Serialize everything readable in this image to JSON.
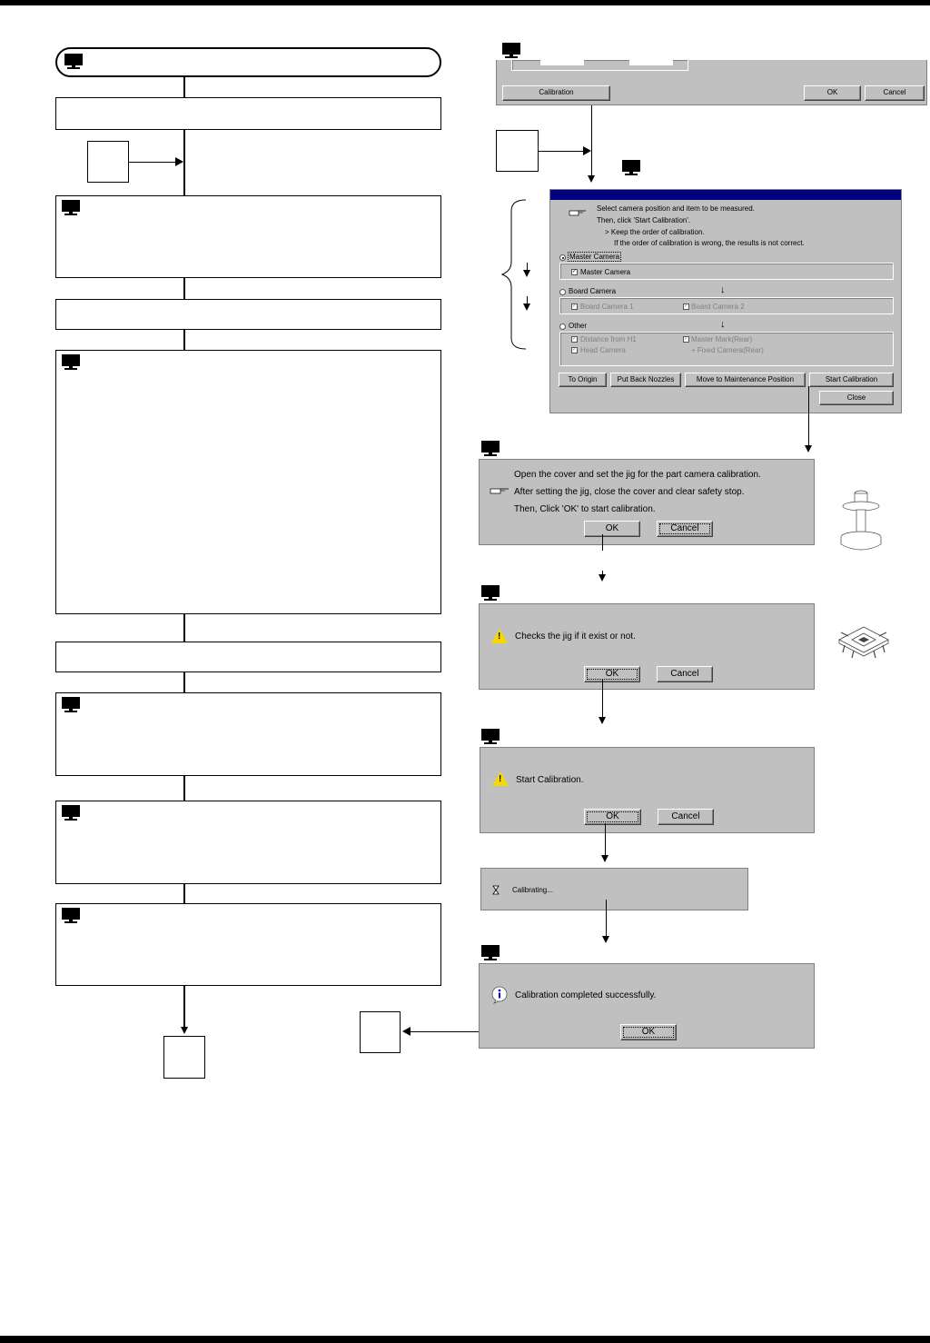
{
  "right_panel": {
    "top_window": {
      "calibration_button": "Calibration",
      "ok_button": "OK",
      "cancel_button": "Cancel"
    },
    "main_dialog": {
      "instruction_line1": "Select camera position and item to be measured.",
      "instruction_line2": "Then, click 'Start Calibration'.",
      "instruction_line3": "> Keep the order of calibration.",
      "instruction_line4": "If the order of calibration is wrong, the results is not correct.",
      "master_camera_radio": "Master Camera",
      "master_camera_check": "Master Camera",
      "board_camera_radio": "Board Camera",
      "board_camera_1": "Board Camera 1",
      "board_camera_2": "Board Camera 2",
      "other_radio": "Other",
      "distance_from_h1": "Distance from H1",
      "master_mark_rear": "Master Mark(Rear)",
      "head_camera": "Head Camera",
      "fixed_camera_rear": "+ Fixed Camera(Rear)",
      "to_origin_button": "To Origin",
      "put_back_nozzles_button": "Put Back Nozzles",
      "move_to_maintenance_button": "Move to Maintenance Position",
      "start_calibration_button": "Start Calibration",
      "close_button": "Close"
    },
    "jig_dialog": {
      "line1": "Open the cover and set the jig for the part camera calibration.",
      "line2": "After setting the jig, close the cover and clear safety stop.",
      "line3": "Then, Click 'OK' to start calibration.",
      "ok_button": "OK",
      "cancel_button": "Cancel"
    },
    "check_dialog": {
      "message": "Checks the jig if it exist or not.",
      "ok_button": "OK",
      "cancel_button": "Cancel"
    },
    "start_dialog": {
      "message": "Start Calibration.",
      "ok_button": "OK",
      "cancel_button": "Cancel"
    },
    "progress_dialog": {
      "message": "Calibrating..."
    },
    "done_dialog": {
      "message": "Calibration completed successfully.",
      "ok_button": "OK"
    }
  },
  "icons": {
    "monitor": "monitor-icon",
    "hand": "pointing-hand-icon",
    "warning": "warning-icon",
    "info": "info-icon",
    "hourglass": "hourglass-icon",
    "jig": "calibration-jig-icon",
    "chip": "chip-jig-icon"
  }
}
